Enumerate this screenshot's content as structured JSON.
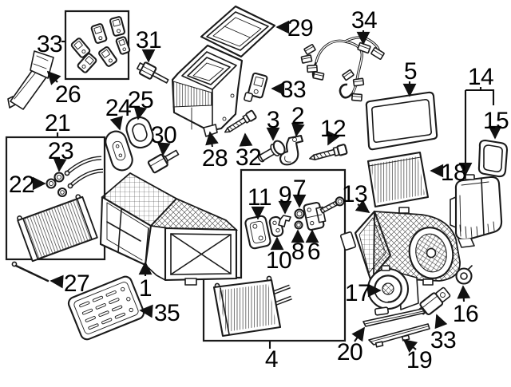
{
  "diagram": {
    "colors": {
      "background": "#ffffff",
      "line": "#1a1a1a"
    },
    "callouts": {
      "n1": "1",
      "n2": "2",
      "n3": "3",
      "n4": "4",
      "n5": "5",
      "n6": "6",
      "n7": "7",
      "n8": "8",
      "n9": "9",
      "n10": "10",
      "n11": "11",
      "n12": "12",
      "n13": "13",
      "n14": "14",
      "n15": "15",
      "n16": "16",
      "n17": "17",
      "n18": "18",
      "n19": "19",
      "n20": "20",
      "n21": "21",
      "n22": "22",
      "n23": "23",
      "n24": "24",
      "n25": "25",
      "n26": "26",
      "n27": "27",
      "n28": "28",
      "n29": "29",
      "n30": "30",
      "n31": "31",
      "n32": "32",
      "n33a": "33",
      "n33b": "33",
      "n33c": "33",
      "n34": "34",
      "n35": "35"
    }
  }
}
